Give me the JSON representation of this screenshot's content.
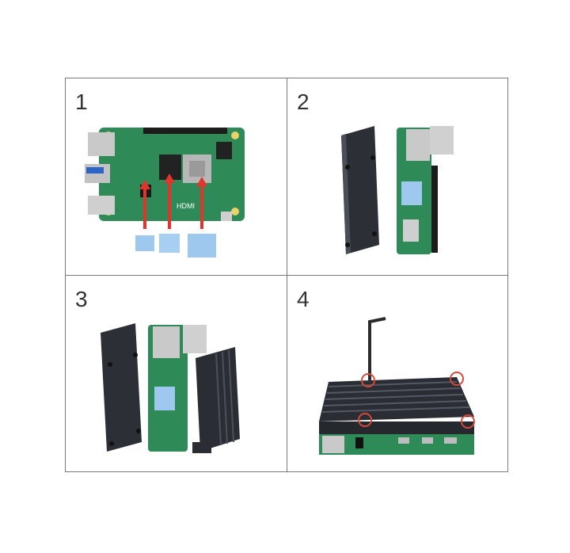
{
  "steps": [
    {
      "number": "1"
    },
    {
      "number": "2"
    },
    {
      "number": "3"
    },
    {
      "number": "4"
    }
  ],
  "colors": {
    "board": "#2e8b57",
    "board_dark": "#1f6e44",
    "case": "#2c2f36",
    "arrow": "#e0342c",
    "pad": "#9ec8ee",
    "border": "#7a7a7a"
  },
  "board_text": {
    "hdmi": "HDMI"
  }
}
